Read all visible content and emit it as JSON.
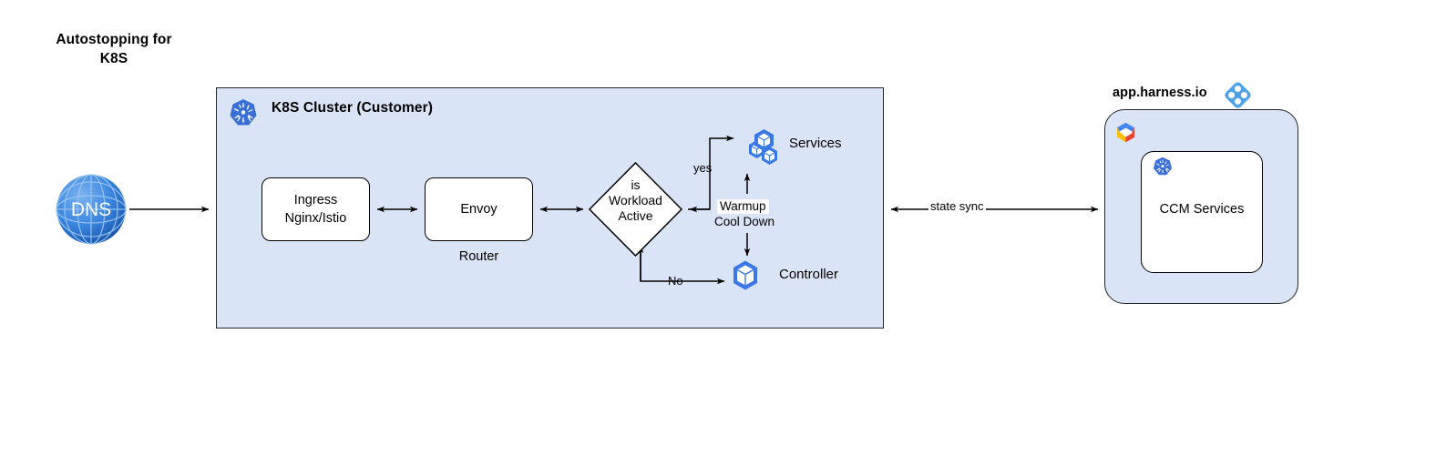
{
  "title": {
    "line1": "Autostopping for",
    "line2": "K8S"
  },
  "cluster": {
    "title": "K8S Cluster (Customer)",
    "icon": "kubernetes-icon",
    "fill_color": "#dae4f7",
    "border_color": "#23272b"
  },
  "nodes": {
    "dns": {
      "label": "DNS",
      "icon": "globe-icon",
      "color": "#2d6fd6"
    },
    "ingress": {
      "line1": "Ingress",
      "line2": "Nginx/Istio"
    },
    "envoy": {
      "label": "Envoy",
      "sublabel": "Router"
    },
    "decision": {
      "line1": "is",
      "line2": "Workload",
      "line3": "Active"
    },
    "services": {
      "label": "Services",
      "icon": "kubernetes-services-icon",
      "color": "#3b78e7"
    },
    "controller": {
      "label": "Controller",
      "icon": "kubernetes-pod-icon",
      "color": "#3b78e7"
    }
  },
  "edges": {
    "yes": "yes",
    "no": "No",
    "warmup": "Warmup",
    "cooldown": "Cool Down",
    "state_sync": "state sync"
  },
  "harness": {
    "label": "app.harness.io",
    "logo_icon": "harness-logo-icon",
    "logo_color": "#4da2e8",
    "cloud_icon": "gcp-icon",
    "inner": {
      "label": "CCM Services",
      "icon": "kubernetes-icon"
    }
  }
}
